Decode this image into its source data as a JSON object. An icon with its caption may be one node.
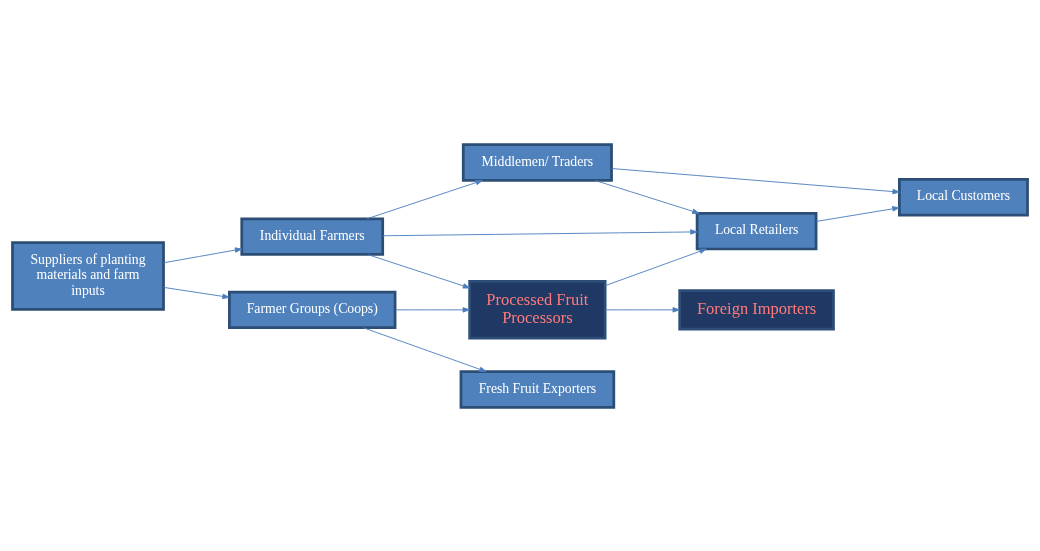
{
  "diagram": {
    "nodes": [
      {
        "text": [
          "Individual Farmers"
        ]
      },
      {
        "text": [
          "Middlemen/ Traders"
        ]
      },
      {
        "text": [
          "Local Customers"
        ]
      },
      {
        "text": [
          "Farmer Groups (Coops)"
        ]
      },
      {
        "text": [
          "Processed Fruit Processors"
        ]
      },
      {
        "text": [
          "Local Retailers"
        ]
      },
      {
        "text": [
          "Suppliers of planting materials and farm inputs"
        ]
      },
      {
        "text": [
          "Fresh Fruit Exporters"
        ]
      },
      {
        "text": [
          "Foreign Importers"
        ]
      }
    ],
    "edges": [
      {
        "from": 6,
        "to": 0,
        "arrow": "to"
      },
      {
        "from": 6,
        "to": 3,
        "arrow": "to"
      },
      {
        "from": 0,
        "to": 1,
        "arrow": "to"
      },
      {
        "from": 0,
        "to": 4,
        "arrow": "to"
      },
      {
        "from": 0,
        "to": 5,
        "arrow": "to"
      },
      {
        "from": 1,
        "to": 2,
        "arrow": "to"
      },
      {
        "from": 1,
        "to": 5,
        "arrow": "to"
      },
      {
        "from": 3,
        "to": 4,
        "arrow": "to"
      },
      {
        "from": 3,
        "to": 7,
        "arrow": "to"
      },
      {
        "from": 4,
        "to": 5,
        "arrow": "to"
      },
      {
        "from": 4,
        "to": 8,
        "arrow": "to"
      },
      {
        "from": 5,
        "to": 2,
        "arrow": "to"
      }
    ]
  }
}
